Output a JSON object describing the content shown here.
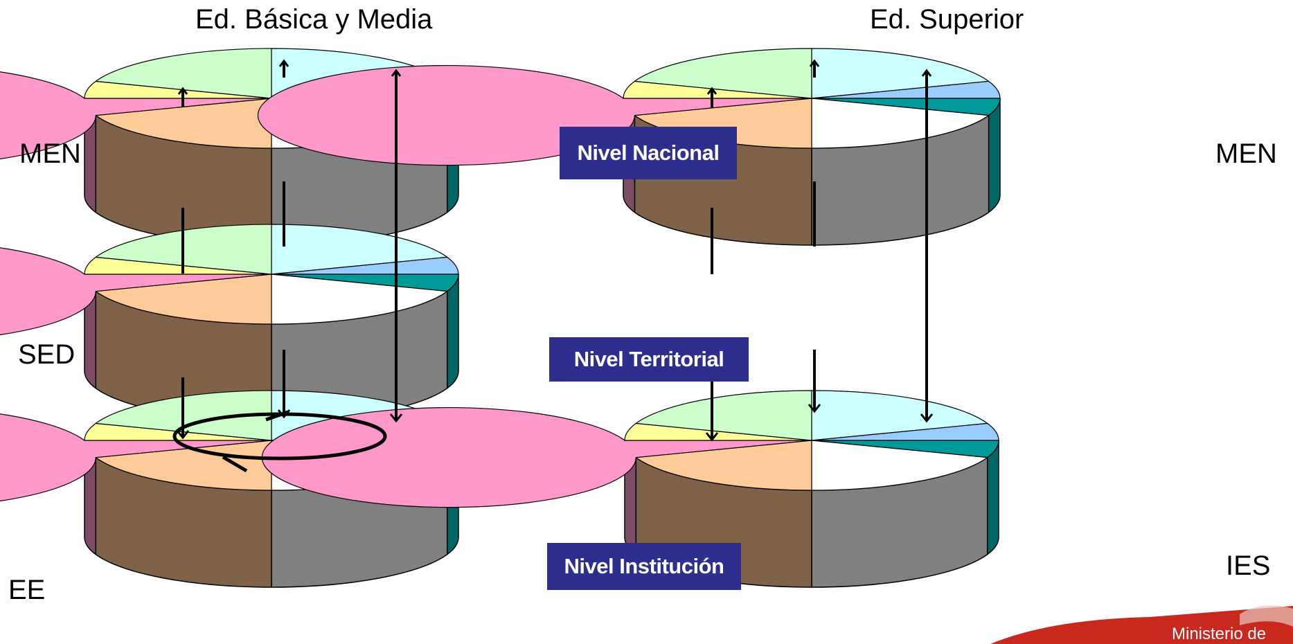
{
  "titles": {
    "basic": "Ed. Básica y Media",
    "superior": "Ed. Superior"
  },
  "side_labels": {
    "men_left": "MEN",
    "sed": "SED",
    "ee": "EE",
    "men_right": "MEN",
    "ies": "IES"
  },
  "levels": {
    "national": "Nivel Nacional",
    "territorial": "Nivel Territorial",
    "institution": "Nivel Institución"
  },
  "logo": {
    "text": "Ministerio de"
  },
  "colors": {
    "level_box": "#2e2e8f",
    "slice_top": [
      "#ccffff",
      "#99ccff",
      "#009999",
      "#ffffff",
      "#ffcc99",
      "#ff99cc",
      "#ffff99",
      "#ccffcc"
    ],
    "slice_side": [
      "#006666",
      "#808080",
      "#7f6248",
      "#7f4c66"
    ],
    "logo": "#c8281e"
  }
}
